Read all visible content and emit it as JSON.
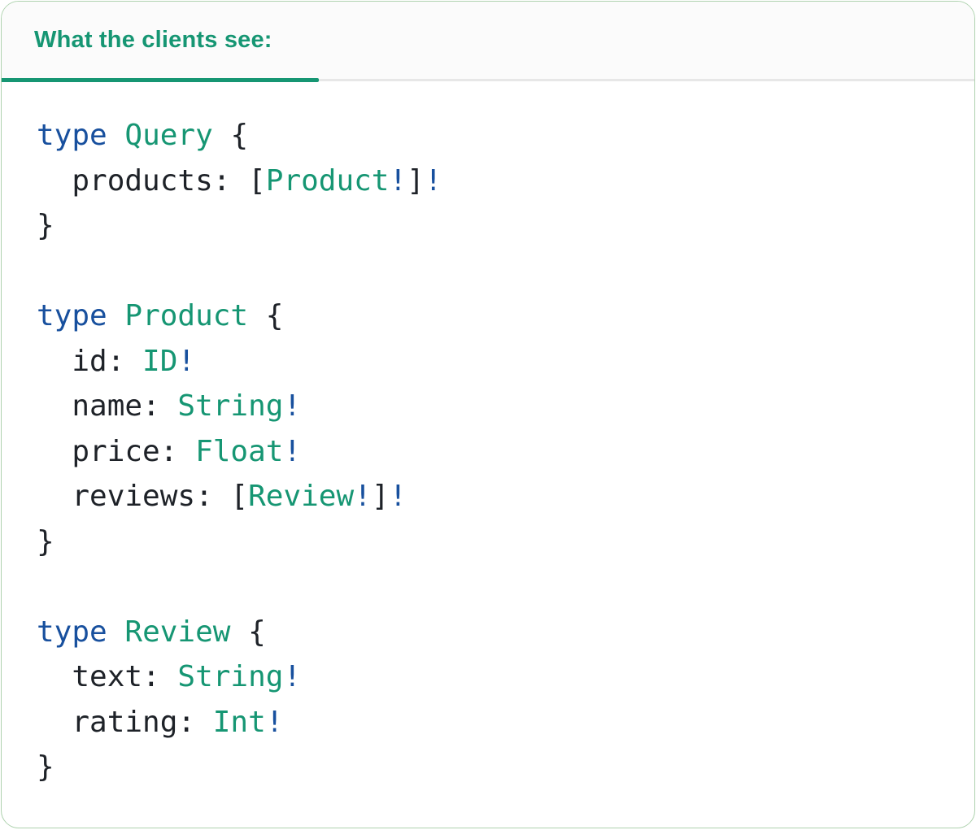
{
  "panel": {
    "tab_label": "What the clients see:"
  },
  "colors": {
    "teal": "#169673",
    "blue": "#18509E",
    "dark": "#1E2228",
    "header-bg": "#FBFBFB",
    "divider": "#E7E7E7",
    "card-border": "#AED2AE",
    "card-bg": "#FFFFFF"
  },
  "code": {
    "language": "graphql",
    "lines": [
      [
        {
          "text": "type",
          "role": "keyword"
        },
        {
          "text": " ",
          "role": "plain"
        },
        {
          "text": "Query",
          "role": "type"
        },
        {
          "text": " {",
          "role": "plain"
        }
      ],
      [
        {
          "text": "  products: [",
          "role": "plain"
        },
        {
          "text": "Product",
          "role": "type"
        },
        {
          "text": "!",
          "role": "bang"
        },
        {
          "text": "]",
          "role": "plain"
        },
        {
          "text": "!",
          "role": "bang"
        }
      ],
      [
        {
          "text": "}",
          "role": "plain"
        }
      ],
      [],
      [
        {
          "text": "type",
          "role": "keyword"
        },
        {
          "text": " ",
          "role": "plain"
        },
        {
          "text": "Product",
          "role": "type"
        },
        {
          "text": " {",
          "role": "plain"
        }
      ],
      [
        {
          "text": "  id: ",
          "role": "plain"
        },
        {
          "text": "ID",
          "role": "type"
        },
        {
          "text": "!",
          "role": "bang"
        }
      ],
      [
        {
          "text": "  name: ",
          "role": "plain"
        },
        {
          "text": "String",
          "role": "type"
        },
        {
          "text": "!",
          "role": "bang"
        }
      ],
      [
        {
          "text": "  price: ",
          "role": "plain"
        },
        {
          "text": "Float",
          "role": "type"
        },
        {
          "text": "!",
          "role": "bang"
        }
      ],
      [
        {
          "text": "  reviews: [",
          "role": "plain"
        },
        {
          "text": "Review",
          "role": "type"
        },
        {
          "text": "!",
          "role": "bang"
        },
        {
          "text": "]",
          "role": "plain"
        },
        {
          "text": "!",
          "role": "bang"
        }
      ],
      [
        {
          "text": "}",
          "role": "plain"
        }
      ],
      [],
      [
        {
          "text": "type",
          "role": "keyword"
        },
        {
          "text": " ",
          "role": "plain"
        },
        {
          "text": "Review",
          "role": "type"
        },
        {
          "text": " {",
          "role": "plain"
        }
      ],
      [
        {
          "text": "  text: ",
          "role": "plain"
        },
        {
          "text": "String",
          "role": "type"
        },
        {
          "text": "!",
          "role": "bang"
        }
      ],
      [
        {
          "text": "  rating: ",
          "role": "plain"
        },
        {
          "text": "Int",
          "role": "type"
        },
        {
          "text": "!",
          "role": "bang"
        }
      ],
      [
        {
          "text": "}",
          "role": "plain"
        }
      ]
    ]
  }
}
